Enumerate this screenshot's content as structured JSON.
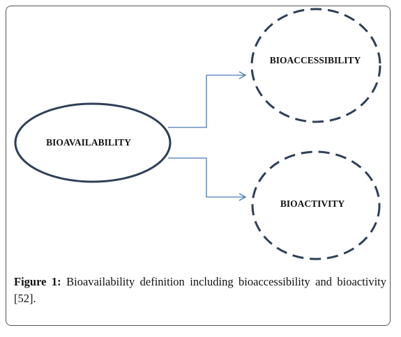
{
  "diagram": {
    "nodes": {
      "bioavailability": {
        "label": "BIOAVAILABILITY"
      },
      "bioaccessibility": {
        "label": "BIOACCESSIBILITY"
      },
      "bioactivity": {
        "label": "BIOACTIVITY"
      }
    },
    "edges": [
      {
        "from": "bioavailability",
        "to": "bioaccessibility"
      },
      {
        "from": "bioavailability",
        "to": "bioactivity"
      }
    ],
    "colors": {
      "node_stroke": "#2e3f58",
      "arrow": "#4a7ab5",
      "frame": "#555555"
    }
  },
  "caption": {
    "label": "Figure 1:",
    "text": "Bioavailability definition including bioaccessibility and bioactivity [52]."
  }
}
